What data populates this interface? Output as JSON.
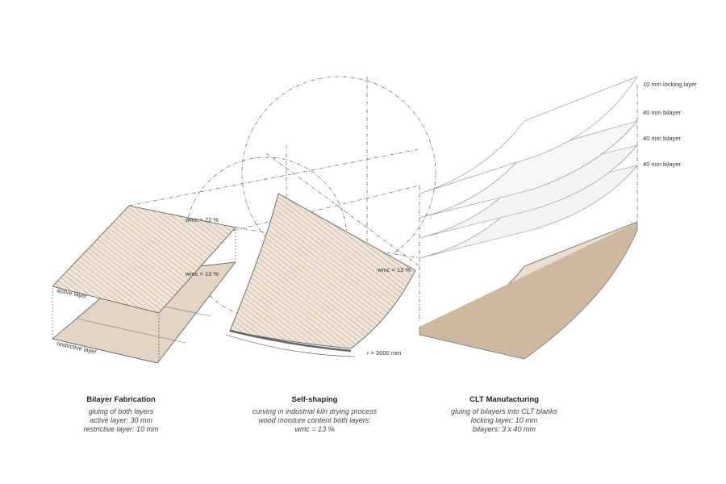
{
  "labels": {
    "wmc_22": "wmc = 22 %",
    "wmc_13_left": "wmc = 13 %",
    "wmc_13_mid": "wmc = 13 %",
    "active_layer": "active layer",
    "restrictive_layer": "restrictive layer",
    "radius": "r = 3000 mm",
    "locking": "10 mm locking layer",
    "bilayer1": "40 mm bilayer",
    "bilayer2": "40 mm bilayer",
    "bilayer3": "40 mm bilayer"
  },
  "captions": [
    {
      "title": "Bilayer Fabrication",
      "lines": [
        "gluing of both layers",
        "active layer: 30 mm",
        "restrictive layer: 10 mm"
      ]
    },
    {
      "title": "Self-shaping",
      "lines": [
        "curving in industrial kiln drying process",
        "wood moisture content both layers:",
        "wmc = 13 %"
      ]
    },
    {
      "title": "CLT Manufacturing",
      "lines": [
        "gluing of bilayers into CLT blanks",
        "locking layer: 10 mm",
        "bilayers: 3 x 40 mm"
      ]
    }
  ],
  "colors": {
    "wood": "#e9dccb",
    "wood_dark": "#dccbb4",
    "line": "#555555"
  }
}
